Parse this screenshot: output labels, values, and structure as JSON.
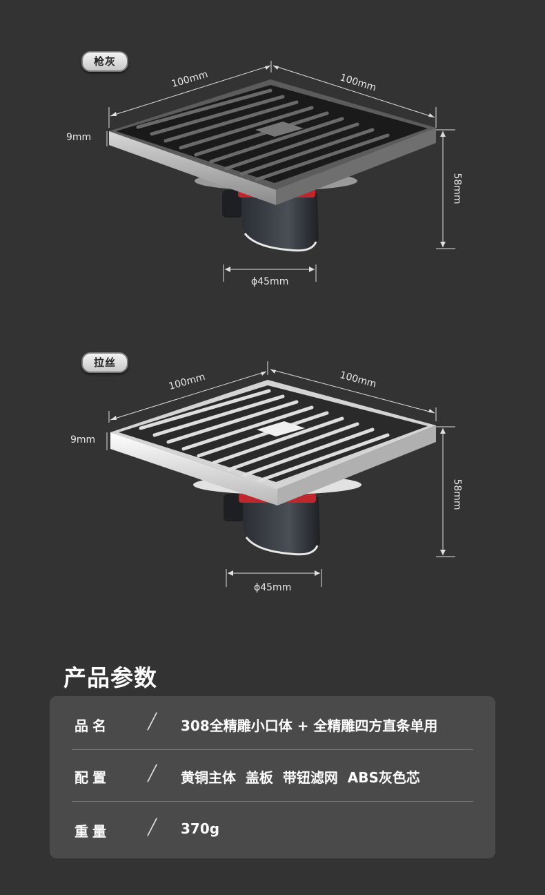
{
  "variants": [
    {
      "tag": "枪灰",
      "width_left": "100mm",
      "width_right": "100mm",
      "thickness": "9mm",
      "height": "58mm",
      "pipe": "ϕ45mm"
    },
    {
      "tag": "拉丝",
      "width_left": "100mm",
      "width_right": "100mm",
      "thickness": "9mm",
      "height": "58mm",
      "pipe": "ϕ45mm"
    }
  ],
  "specs": {
    "title": "产品参数",
    "rows": [
      {
        "label": "品名",
        "value": "308全精雕小口体 + 全精雕四方直条单用"
      },
      {
        "label": "配置",
        "value": "黄铜主体  盖板  带钮滤网  ABS灰色芯"
      },
      {
        "label": "重量",
        "value": "370g"
      }
    ]
  },
  "colors": {
    "background": "#333333",
    "card": "#4a4a4a",
    "gunmetal_slot": "#1b1b1b",
    "brushed_slot": "#2a2a2a",
    "gasket": "#c0272d"
  }
}
